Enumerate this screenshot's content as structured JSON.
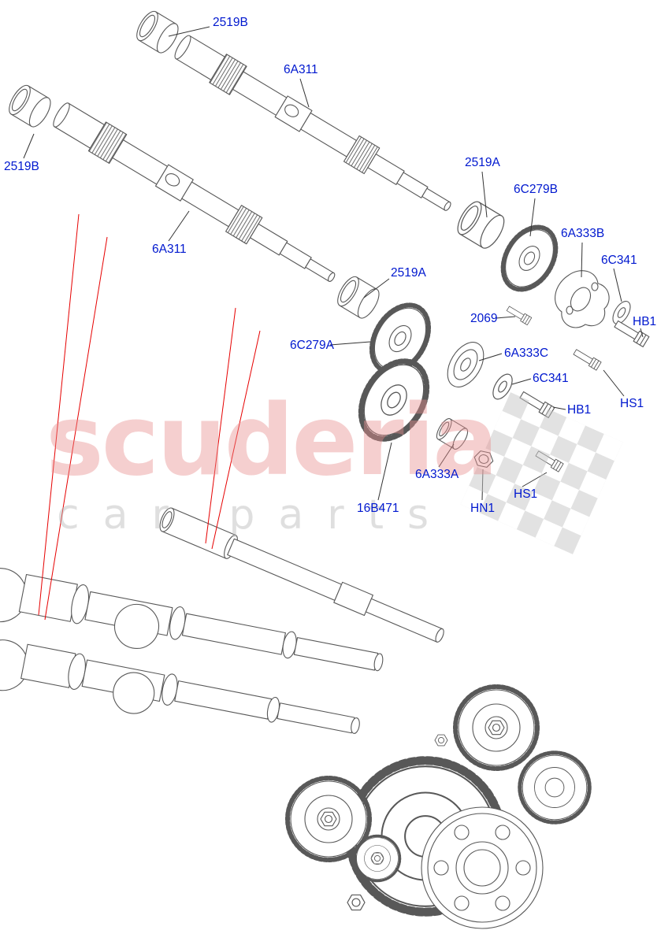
{
  "diagram": {
    "labels": [
      {
        "text": "2519B"
      },
      {
        "text": "6A311"
      },
      {
        "text": "2519B"
      },
      {
        "text": "2519A"
      },
      {
        "text": "6C279B"
      },
      {
        "text": "6A333B"
      },
      {
        "text": "6A311"
      },
      {
        "text": "6C341"
      },
      {
        "text": "2519A"
      },
      {
        "text": "2069"
      },
      {
        "text": "HB1"
      },
      {
        "text": "6C279A"
      },
      {
        "text": "6A333C"
      },
      {
        "text": "6C341"
      },
      {
        "text": "HS1"
      },
      {
        "text": "HB1"
      },
      {
        "text": "6A333A"
      },
      {
        "text": "HS1"
      },
      {
        "text": "16B471"
      },
      {
        "text": "HN1"
      }
    ],
    "colors": {
      "label_blue": "#0018cf",
      "leader_red": "#e60000",
      "line_gray": "#585858",
      "watermark_pink": "#e98f8f",
      "watermark_gray": "#c4c4c4"
    },
    "watermark": {
      "brand": "scuderia",
      "subtitle": "car parts"
    }
  }
}
